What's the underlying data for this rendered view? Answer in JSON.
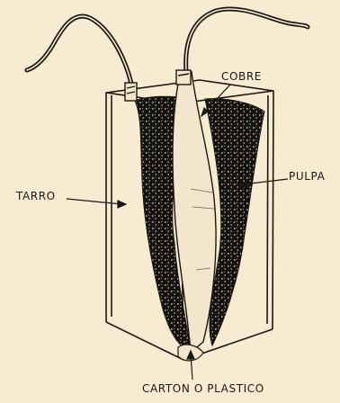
{
  "labels": {
    "cobre": "COBRE",
    "tarro": "TARRO",
    "pulpa": "PULPA",
    "carton": "CARTON O PLASTICO"
  },
  "colors": {
    "background": "#f7ebd2",
    "ink": "#1b1712"
  }
}
